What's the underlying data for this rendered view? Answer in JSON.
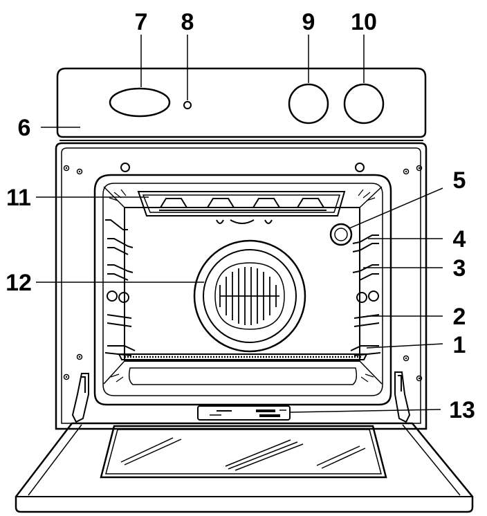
{
  "callouts": {
    "c1": "1",
    "c2": "2",
    "c3": "3",
    "c4": "4",
    "c5": "5",
    "c6": "6",
    "c7": "7",
    "c8": "8",
    "c9": "9",
    "c10": "10",
    "c11": "11",
    "c12": "12",
    "c13": "13"
  },
  "colors": {
    "line": "#000000",
    "background": "#ffffff"
  }
}
